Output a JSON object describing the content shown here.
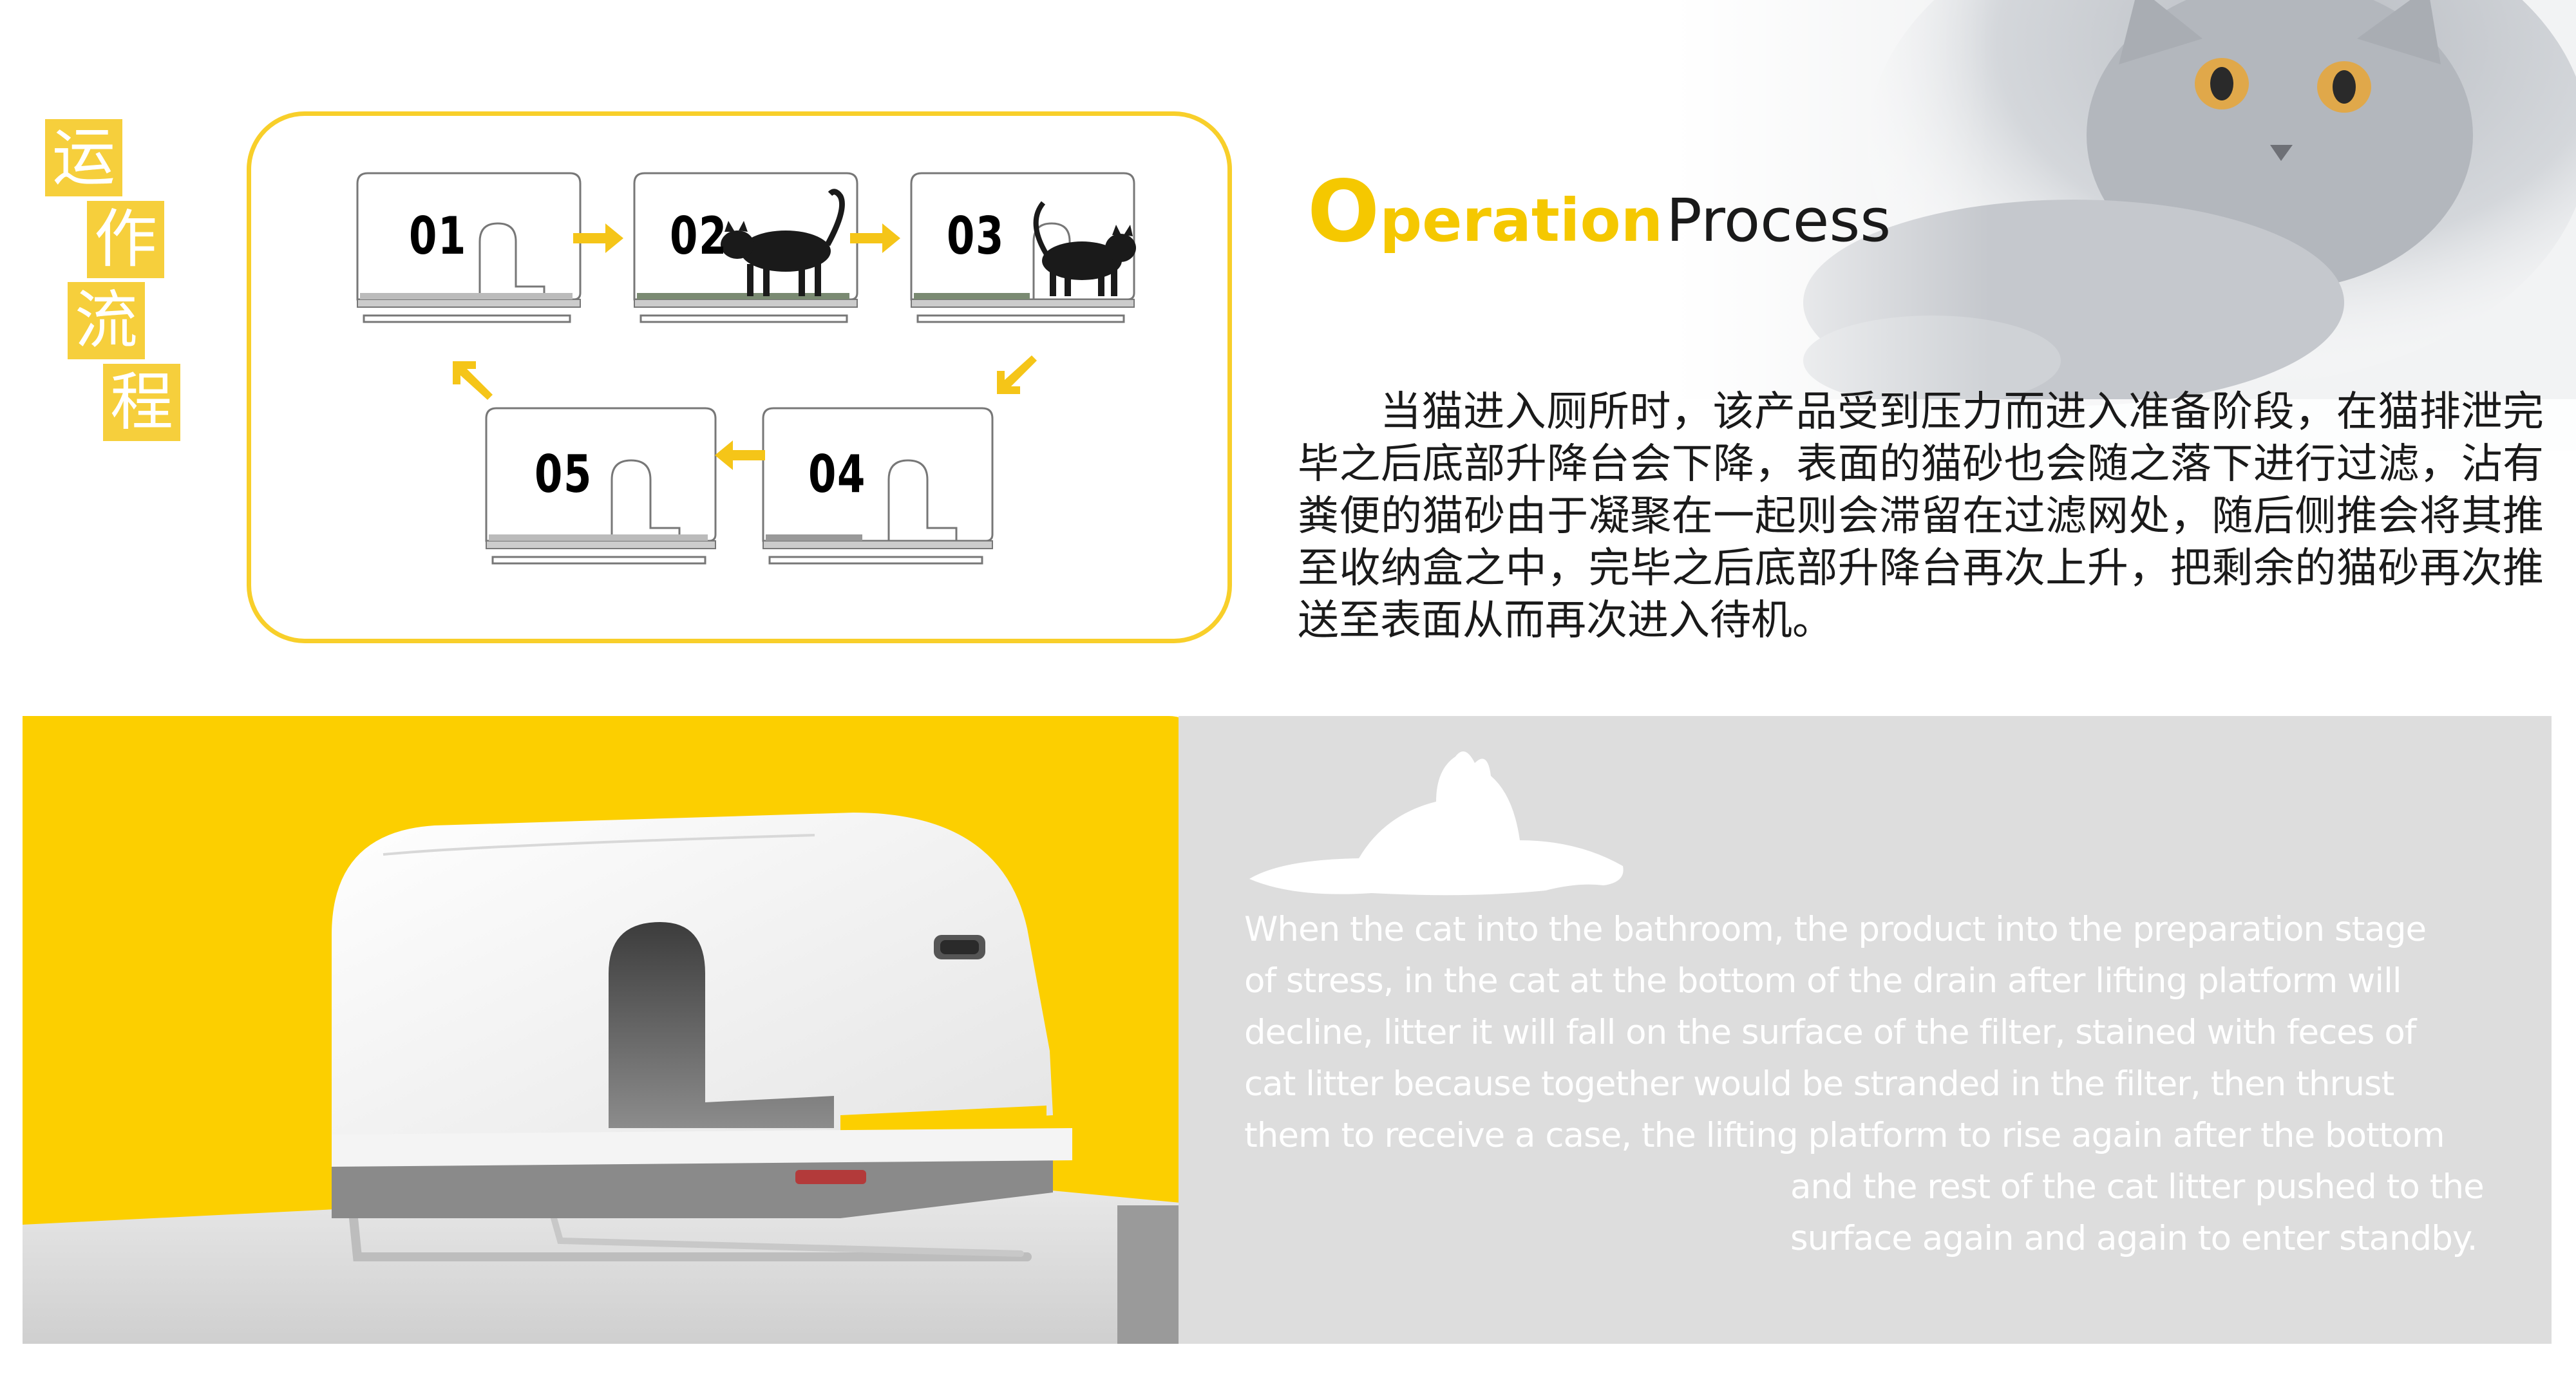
{
  "vertical_title": [
    "运",
    "作",
    "流",
    "程"
  ],
  "heading": {
    "accent_letter": "O",
    "accent_rest": "peration",
    "rest": "Process"
  },
  "process_steps": [
    "01",
    "02",
    "03",
    "04",
    "05"
  ],
  "description_cn": "当猫进入厕所时，该产品受到压力而进入准备阶段，在猫排泄完毕之后底部升降台会下降，表面的猫砂也会随之落下进行过滤，沾有粪便的猫砂由于凝聚在一起则会滞留在过滤网处，随后侧推会将其推至收纳盒之中，完毕之后底部升降台再次上升，把剩余的猫砂再次推送至表面从而再次进入待机。",
  "description_en": [
    "When the cat into the bathroom, the product into the preparation stage",
    "of stress, in the cat at the bottom of the drain after lifting platform will",
    "decline, litter it will fall on the surface of the filter, stained with feces of",
    "cat litter because together would be stranded in the filter, then thrust",
    "them to receive a case, the lifting platform to rise again after the bottom",
    "and the rest of the cat litter pushed to the",
    "surface again and again to enter standby."
  ],
  "colors": {
    "accent": "#f8cf2a",
    "yellow_bg": "#fccf00",
    "grey_bg": "#dddddd",
    "title_bg": "#f6cf3c"
  },
  "icons": [
    "cat-silhouette",
    "arrow-right",
    "arrow-down-left",
    "arrow-left",
    "arrow-up-left"
  ]
}
